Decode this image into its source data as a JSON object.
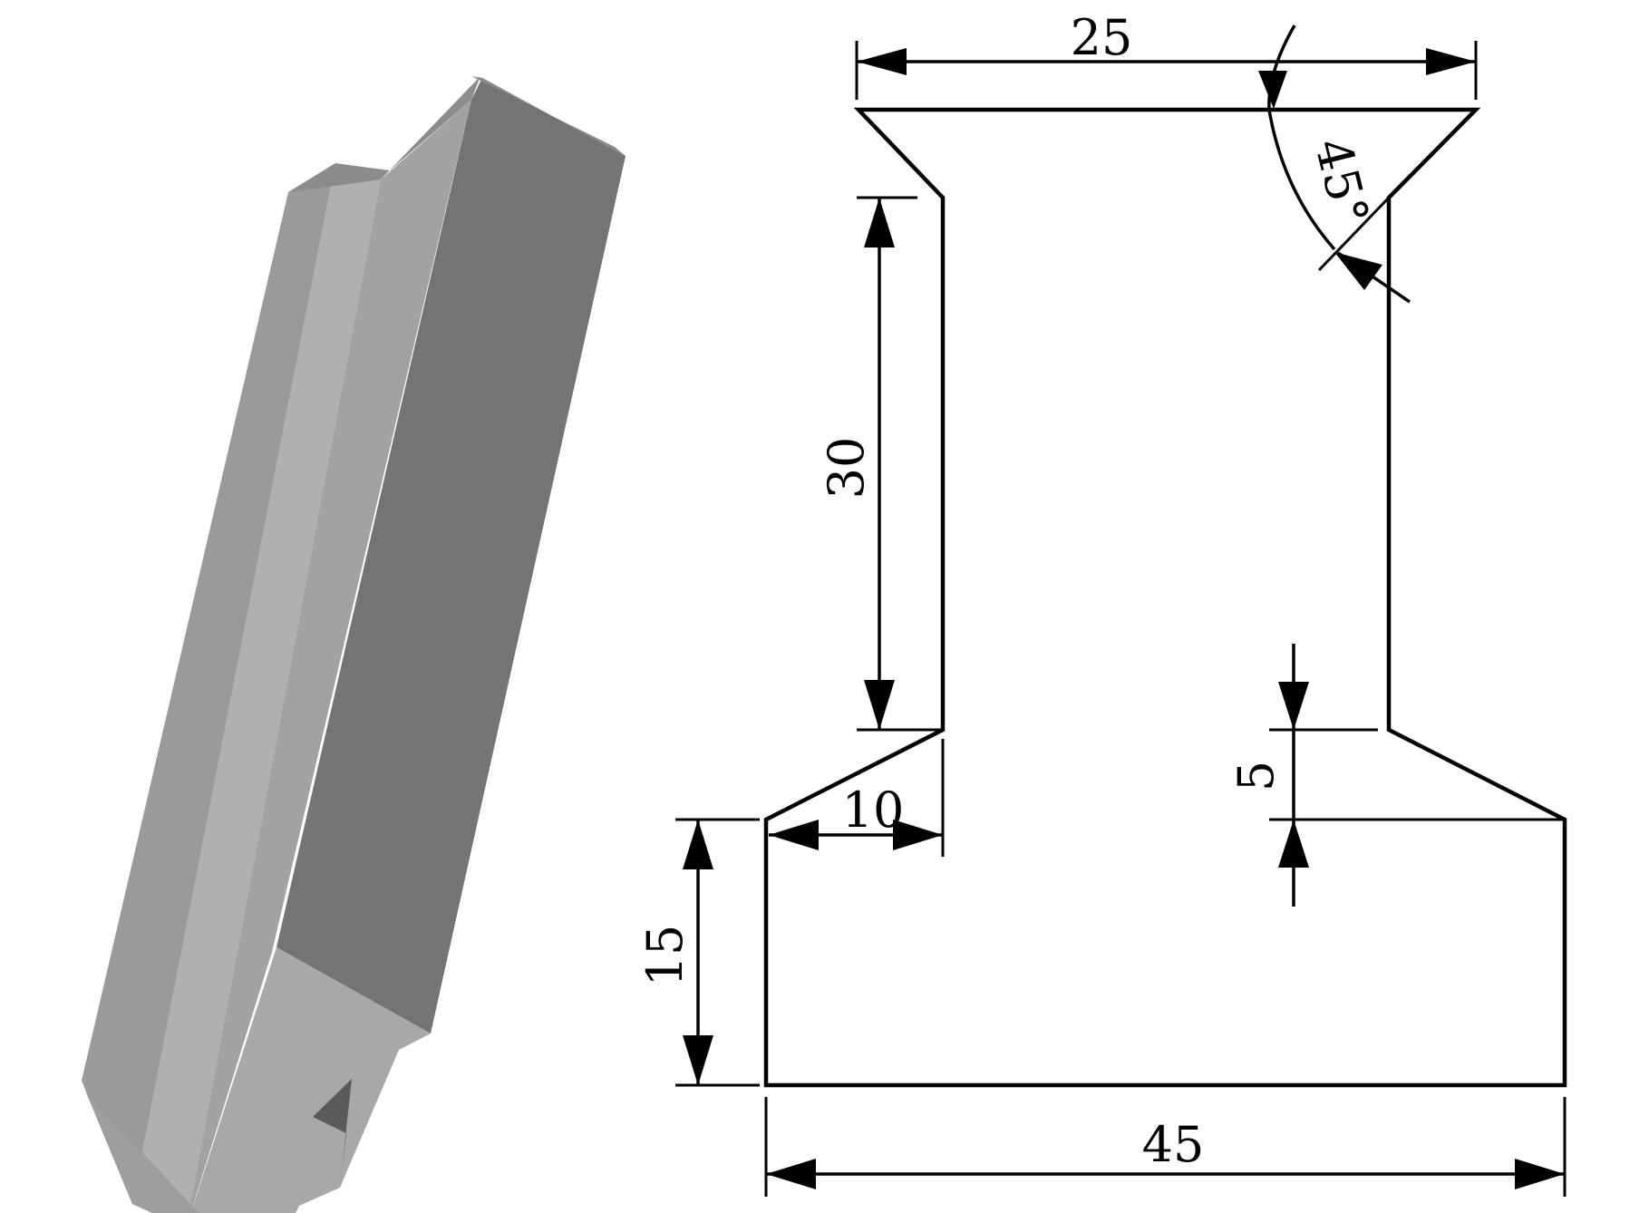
{
  "figure": {
    "render_3d": {
      "description_icon": "prism-3d-view"
    },
    "dimensions": {
      "top_width": "25",
      "angle": "45°",
      "web_height": "30",
      "flange_step": "5",
      "chamfer_width": "10",
      "base_height": "15",
      "base_width": "45"
    },
    "colors": {
      "line": "#000000",
      "shade_light": "#9c9c9c",
      "shade_mid": "#8a8a8a",
      "shade_dark": "#707070",
      "shade_front": "#a8a8a8"
    }
  }
}
